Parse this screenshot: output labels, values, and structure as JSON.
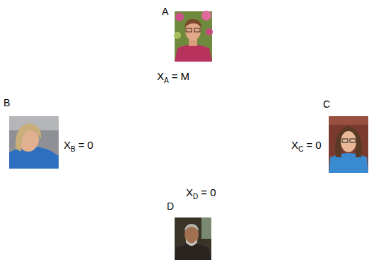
{
  "diagram": {
    "nodes": [
      {
        "text": [
          "A"
        ]
      },
      {
        "text": [
          "B"
        ]
      },
      {
        "text": [
          "C"
        ]
      },
      {
        "text": [
          "D"
        ]
      }
    ],
    "labels": [
      "X",
      "A",
      "= M",
      "X",
      "B",
      "= 0",
      "X",
      "C",
      "= 0",
      "X",
      "D",
      "= 0"
    ]
  }
}
